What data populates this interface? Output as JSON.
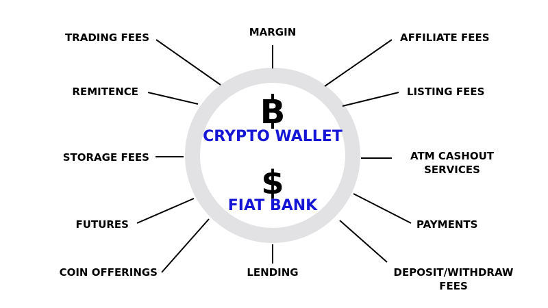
{
  "center": {
    "top_symbol": "B",
    "top_label": "CRYPTO WALLET",
    "bottom_symbol": "$",
    "bottom_label": "FIAT BANK"
  },
  "labels": {
    "trading_fees": "TRADING FEES",
    "margin": "MARGIN",
    "affiliate_fees": "AFFILIATE FEES",
    "remitence": "REMITENCE",
    "listing_fees": "LISTING FEES",
    "storage_fees": "STORAGE FEES",
    "atm_line1": "ATM CASHOUT",
    "atm_line2": "SERVICES",
    "futures": "FUTURES",
    "payments": "PAYMENTS",
    "coin_offerings": "COIN OFFERINGS",
    "lending": "LENDING",
    "deposit_line1": "DEPOSIT/WITHDRAW",
    "deposit_line2": "FEES"
  },
  "colors": {
    "accent": "#1515d6",
    "ring": "#e2e2e4",
    "text": "#000000"
  }
}
